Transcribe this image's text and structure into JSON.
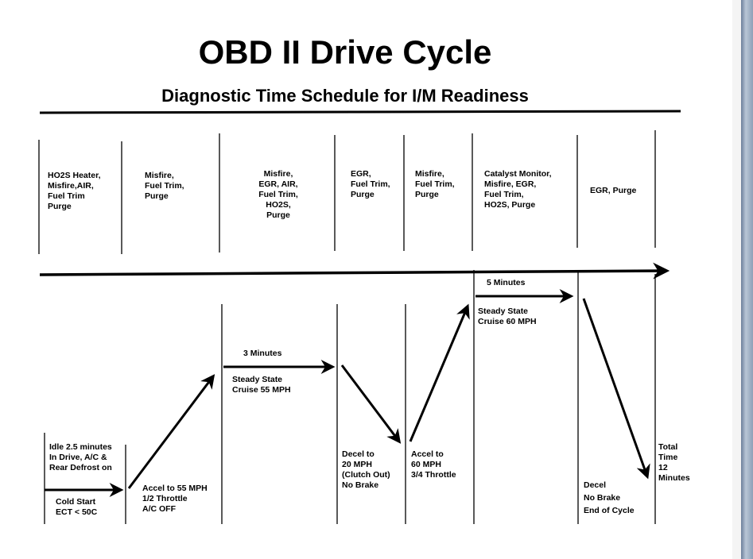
{
  "title": "OBD II Drive Cycle",
  "subtitle": "Diagnostic Time Schedule for I/M Readiness",
  "monitors": [
    "HO2S Heater,\nMisfire,AIR,\nFuel Trim\nPurge",
    "Misfire,\nFuel Trim,\nPurge",
    "Misfire,\nEGR, AIR,\nFuel Trim,\nHO2S,\nPurge",
    "EGR,\nFuel Trim,\nPurge",
    "Misfire,\nFuel Trim,\nPurge",
    "Catalyst Monitor,\nMisfire, EGR,\nFuel Trim,\nHO2S, Purge",
    "EGR, Purge"
  ],
  "phases": {
    "idle": "Idle 2.5 minutes\nIn Drive, A/C &\nRear Defrost on",
    "cold_start": "Cold Start\nECT < 50C",
    "accel_55": "Accel to 55 MPH\n1/2 Throttle\nA/C OFF",
    "duration_3": "3 Minutes",
    "cruise_55": "Steady State\nCruise 55 MPH",
    "decel_20": "Decel to\n20 MPH\n(Clutch Out)\nNo Brake",
    "accel_60": "Accel to\n60 MPH\n3/4 Throttle",
    "duration_5": "5 Minutes",
    "cruise_60": "Steady State\nCruise 60 MPH",
    "decel_end": "Decel\nNo Brake\nEnd of Cycle",
    "total": "Total\nTime\n12\nMinutes"
  }
}
